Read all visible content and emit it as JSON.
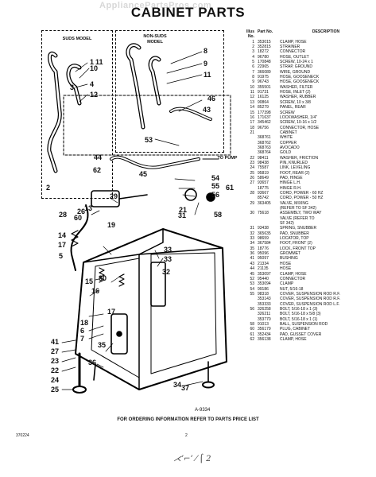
{
  "watermark": "AppliancePartsPros.com",
  "title": "CABINET PARTS",
  "subtitle": "",
  "suds_label": "SUDS MODEL",
  "nonsuds_label": [
    "NON-SUDS",
    "MODEL"
  ],
  "to_pump": "TO PUMP",
  "figure_id": "A-9334",
  "footer": "FOR ORDERING INFORMATION REFER TO PARTS PRICE LIST",
  "form_number": "370224",
  "page_number": "2",
  "handwritten": "⋌’⌐’ ⁄ ⌠ 2",
  "table_headers": {
    "illus": "Illus No.",
    "part": "Part No.",
    "desc": "DESCRIPTION"
  },
  "parts": [
    {
      "no": "1",
      "part": "353015",
      "desc": "CLAMP, HOSE"
    },
    {
      "no": "2",
      "part": "352815",
      "desc": "STRAINER"
    },
    {
      "no": "3",
      "part": "18272",
      "desc": "CONNECTOR"
    },
    {
      "no": "4",
      "part": "96780",
      "desc": "HOSE, OUTLET"
    },
    {
      "no": "5",
      "part": "170848",
      "desc": "SCREW, 10-24 x 1"
    },
    {
      "no": "6",
      "part": "22965",
      "desc": "STRAP, GROUND"
    },
    {
      "no": "7",
      "part": "366089",
      "desc": "WIRE, GROUND"
    },
    {
      "no": "8",
      "part": "91975",
      "desc": "HOSE, GOOSENECK"
    },
    {
      "no": "9",
      "part": "96743",
      "desc": "HOSE, GOOSENECK"
    },
    {
      "no": "10",
      "part": "355501",
      "desc": "WASHER, FILTER"
    },
    {
      "no": "11",
      "part": "91731",
      "desc": "HOSE, INLET (2)"
    },
    {
      "no": "12",
      "part": "16125",
      "desc": "WASHER, RUBBER"
    },
    {
      "no": "13",
      "part": "90864",
      "desc": "SCREW, 10 x 3/8"
    },
    {
      "no": "14",
      "part": "85279",
      "desc": "PANEL, REAR"
    },
    {
      "no": "15",
      "part": "177398",
      "desc": "SCREW"
    },
    {
      "no": "16",
      "part": "171637",
      "desc": "LOCKWASHER, 1/4\""
    },
    {
      "no": "17",
      "part": "345462",
      "desc": "SCREW, 10-16 x 1/2"
    },
    {
      "no": "18",
      "part": "96756",
      "desc": "CONNECTOR, HOSE"
    },
    {
      "no": "21",
      "part": "",
      "desc": "CABINET"
    },
    {
      "no": "",
      "part": "368761",
      "desc": "WHITE"
    },
    {
      "no": "",
      "part": "368762",
      "desc": "COPPER"
    },
    {
      "no": "",
      "part": "368763",
      "desc": "AVOCADO"
    },
    {
      "no": "",
      "part": "368764",
      "desc": "GOLD"
    },
    {
      "no": "22",
      "part": "98411",
      "desc": "WASHER, FRICTION"
    },
    {
      "no": "23",
      "part": "98438",
      "desc": "PIN, KNURLED"
    },
    {
      "no": "24",
      "part": "75587",
      "desc": "LINK, LEVELING"
    },
    {
      "no": "25",
      "part": "95819",
      "desc": "FOOT, REAR (2)"
    },
    {
      "no": "26",
      "part": "58649",
      "desc": "PAD, HINGE"
    },
    {
      "no": "27",
      "part": "93657",
      "desc": "HINGE L.H."
    },
    {
      "no": "",
      "part": "18775",
      "desc": "HINGE R.H."
    },
    {
      "no": "28",
      "part": "93667",
      "desc": "CORD, POWER - 60 HZ"
    },
    {
      "no": "",
      "part": "85742",
      "desc": "CORD, POWER - 50 HZ"
    },
    {
      "no": "29",
      "part": "363405",
      "desc": "VALVE, MIXING"
    },
    {
      "no": "",
      "part": "",
      "desc": "(REFER TO SF 342)"
    },
    {
      "no": "30",
      "part": "75618",
      "desc": "ASSEMBLY, TWO WAY"
    },
    {
      "no": "",
      "part": "",
      "desc": "VALVE (REFER TO"
    },
    {
      "no": "",
      "part": "",
      "desc": "SF 342)"
    },
    {
      "no": "31",
      "part": "93438",
      "desc": "SPRING, SNUBBER"
    },
    {
      "no": "32",
      "part": "365635",
      "desc": "PAD, SNUBBER"
    },
    {
      "no": "33",
      "part": "98659",
      "desc": "LOCATOR, TOP"
    },
    {
      "no": "34",
      "part": "367584",
      "desc": "FOOT, FRONT (2)"
    },
    {
      "no": "35",
      "part": "18776",
      "desc": "LOCK, FRONT TOP"
    },
    {
      "no": "36",
      "part": "95096",
      "desc": "GROMMET"
    },
    {
      "no": "41",
      "part": "95097",
      "desc": "BUSHING"
    },
    {
      "no": "43",
      "part": "21334",
      "desc": "HOSE"
    },
    {
      "no": "44",
      "part": "21135",
      "desc": "HOSE"
    },
    {
      "no": "45",
      "part": "353097",
      "desc": "CLAMP, HOSE"
    },
    {
      "no": "52",
      "part": "95440",
      "desc": "CONNECTOR"
    },
    {
      "no": "53",
      "part": "353094",
      "desc": "CLAMP"
    },
    {
      "no": "54",
      "part": "99186",
      "desc": "NUT, 5/16-18"
    },
    {
      "no": "55",
      "part": "98318",
      "desc": "COVER, SUSPENSION ROD R.F."
    },
    {
      "no": "",
      "part": "353143",
      "desc": "COVER, SUSPENSION ROD R.F."
    },
    {
      "no": "",
      "part": "353333",
      "desc": "COVER, SUSPENSION ROD L.F."
    },
    {
      "no": "56",
      "part": "326258",
      "desc": "BOLT, 5/16-18 x 1 (3)"
    },
    {
      "no": "",
      "part": "326211",
      "desc": "BOLT, 5/16-18 x 5/8 (3)"
    },
    {
      "no": "",
      "part": "353770",
      "desc": "BOLT, 5/16-18 x 1 (1)"
    },
    {
      "no": "58",
      "part": "91013",
      "desc": "BALL, SUSPENSION ROD"
    },
    {
      "no": "60",
      "part": "356179",
      "desc": "PLUG, CABINET"
    },
    {
      "no": "61",
      "part": "352434",
      "desc": "PAD, GUSSET COVER"
    },
    {
      "no": "62",
      "part": "356138",
      "desc": "CLAMP, HOSE"
    }
  ],
  "callouts": [
    {
      "n": "1"
    },
    {
      "n": "2"
    },
    {
      "n": "3"
    },
    {
      "n": "4"
    },
    {
      "n": "5"
    },
    {
      "n": "6"
    },
    {
      "n": "7"
    },
    {
      "n": "8"
    },
    {
      "n": "9"
    },
    {
      "n": "10"
    },
    {
      "n": "11"
    },
    {
      "n": "11"
    },
    {
      "n": "12"
    },
    {
      "n": "13"
    },
    {
      "n": "14"
    },
    {
      "n": "15"
    },
    {
      "n": "16"
    },
    {
      "n": "17"
    },
    {
      "n": "17"
    },
    {
      "n": "18"
    },
    {
      "n": "19"
    },
    {
      "n": "21"
    },
    {
      "n": "22"
    },
    {
      "n": "23"
    },
    {
      "n": "24"
    },
    {
      "n": "25"
    },
    {
      "n": "26"
    },
    {
      "n": "27"
    },
    {
      "n": "28"
    },
    {
      "n": "29"
    },
    {
      "n": "30"
    },
    {
      "n": "31"
    },
    {
      "n": "32"
    },
    {
      "n": "33"
    },
    {
      "n": "33"
    },
    {
      "n": "34"
    },
    {
      "n": "35"
    },
    {
      "n": "36"
    },
    {
      "n": "37"
    },
    {
      "n": "41"
    },
    {
      "n": "43"
    },
    {
      "n": "44"
    },
    {
      "n": "45"
    },
    {
      "n": "46"
    },
    {
      "n": "53"
    },
    {
      "n": "54"
    },
    {
      "n": "55"
    },
    {
      "n": "56"
    },
    {
      "n": "58"
    },
    {
      "n": "60"
    },
    {
      "n": "61"
    },
    {
      "n": "62"
    }
  ]
}
